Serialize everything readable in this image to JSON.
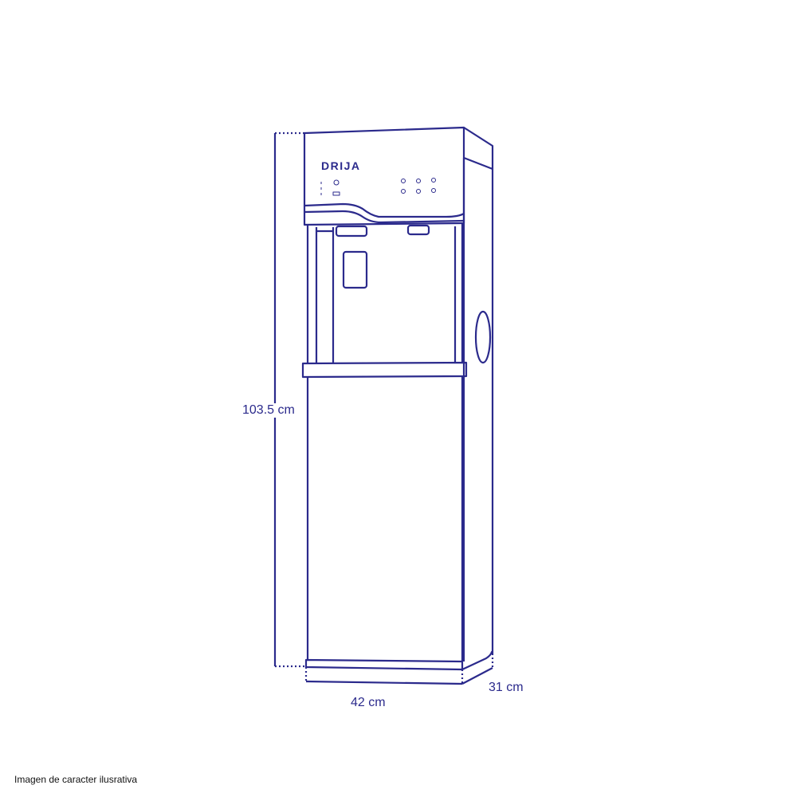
{
  "product": {
    "brand_logo": "DRIJA"
  },
  "dimensions": {
    "height": "103.5 cm",
    "width": "42 cm",
    "depth": "31 cm"
  },
  "footnote": "Imagen de caracter ilusrativa",
  "colors": {
    "line": "#2b2a8c",
    "label": "#2b2a8c",
    "background": "#ffffff"
  }
}
